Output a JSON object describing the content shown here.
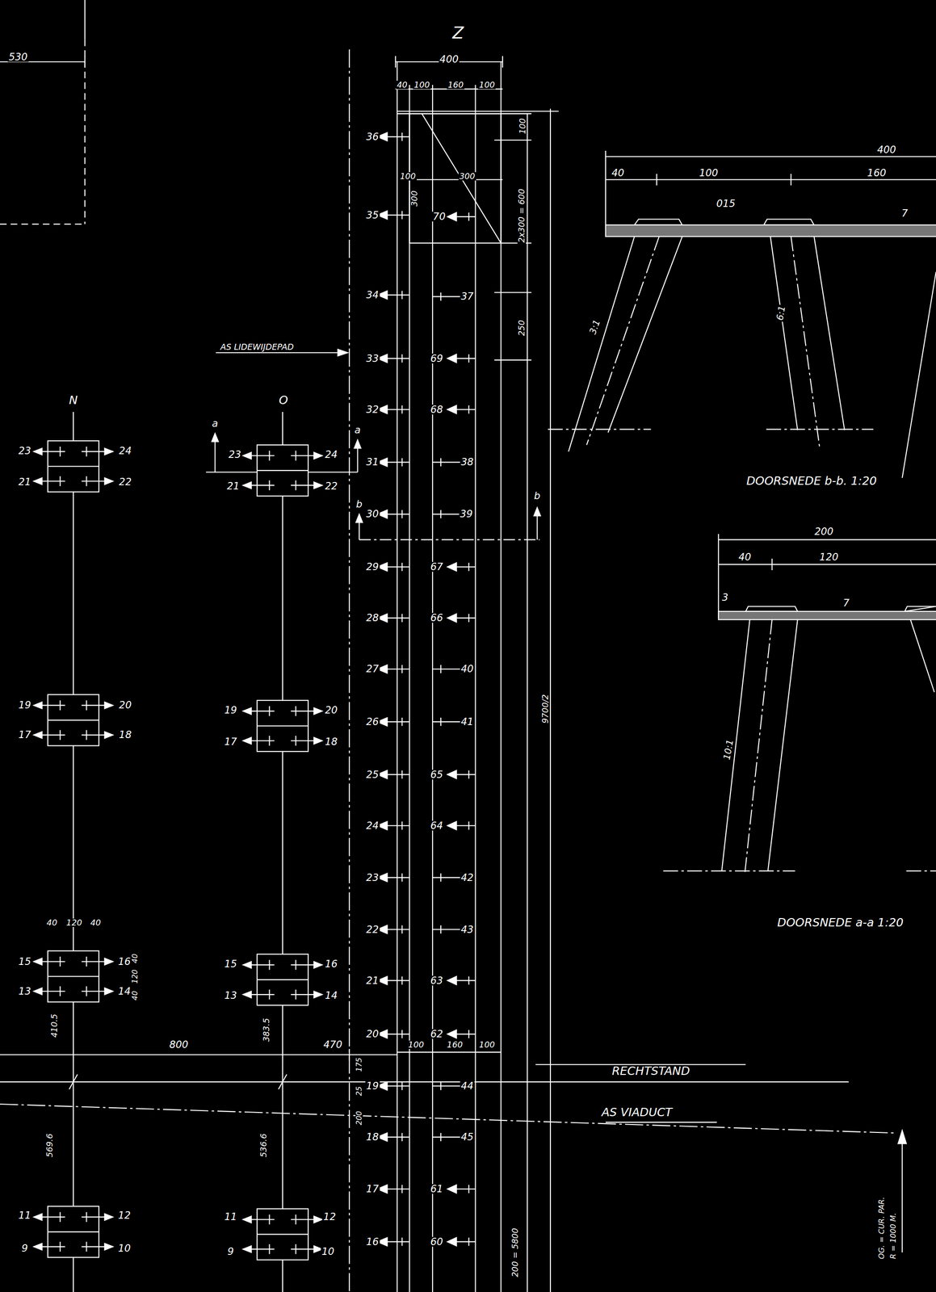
{
  "diagram": {
    "labels": [
      "Z",
      "530",
      "400",
      "40",
      "100",
      "160",
      "100",
      "100",
      "36",
      "100",
      "300",
      "300",
      "2x300 = 600",
      "35",
      "70",
      "34",
      "37",
      "250",
      "AS LIDEWIJDEPAD",
      "33",
      "69",
      "N",
      "O",
      "32",
      "68",
      "a",
      "a",
      "23",
      "24",
      "21",
      "22",
      "23",
      "24",
      "21",
      "22",
      "31",
      "38",
      "b",
      "b",
      "30",
      "39",
      "29",
      "67",
      "28",
      "66",
      "27",
      "40",
      "26",
      "41",
      "25",
      "65",
      "24",
      "64",
      "23",
      "42",
      "22",
      "43",
      "21",
      "63",
      "20",
      "62",
      "19",
      "44",
      "18",
      "45",
      "17",
      "61",
      "16",
      "60",
      "9700/2",
      "19",
      "20",
      "17",
      "18",
      "19",
      "20",
      "17",
      "18",
      "40",
      "120",
      "40",
      "15",
      "16",
      "13",
      "14",
      "40",
      "120",
      "40",
      "15",
      "16",
      "13",
      "14",
      "410.5",
      "383.5",
      "800",
      "470",
      "175",
      "25",
      "200",
      "100",
      "160",
      "100",
      "RECHTSTAND",
      "AS VIADUCT",
      "569.6",
      "536.6",
      "11",
      "12",
      "9",
      "10",
      "11",
      "12",
      "9",
      "10",
      "200 = 5800",
      "OG. = CUR. PAR.",
      "R = 1000 M.",
      "400",
      "40",
      "100",
      "160",
      "015",
      "7",
      "3:1",
      "6:1",
      "DOORSNEDE b-b. 1:20",
      "200",
      "40",
      "120",
      "3",
      "7",
      "10:1",
      "DOORSNEDE a-a 1:20"
    ]
  }
}
